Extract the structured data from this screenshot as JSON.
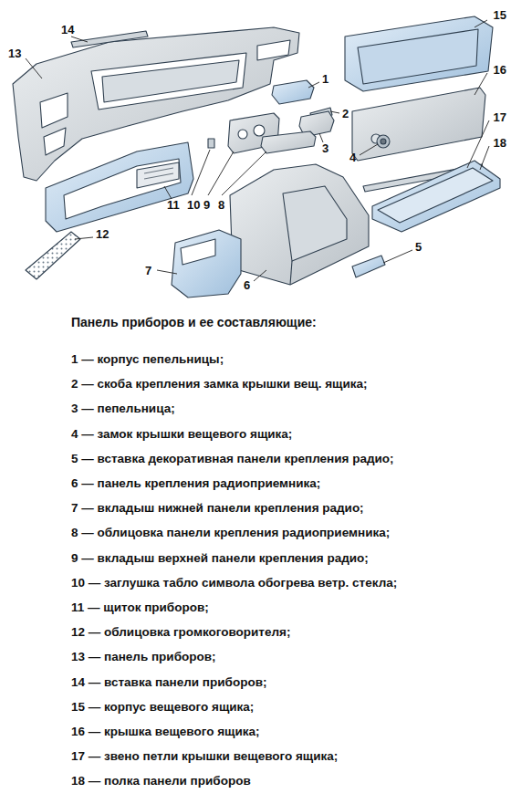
{
  "diagram": {
    "title": "Панель приборов и ее составляющие:",
    "labels": [
      "14",
      "13",
      "15",
      "1",
      "16",
      "2",
      "3",
      "17",
      "4",
      "18",
      "11",
      "10",
      "9",
      "8",
      "12",
      "7",
      "6",
      "5",
      "1 — корпус пепельницы;",
      "2 — скоба крепления замка крышки вещ. ящика;",
      "3 — пепельница;",
      "4 — замок крышки вещевого ящика;",
      "5 — вставка декоративная панели крепления радио;",
      "6 — панель крепления радиоприемника;",
      "7 — вкладыш нижней панели крепления радио;",
      "8 — облицовка панели крепления радиоприемника;",
      "9 — вкладыш верхней панели крепления радио;",
      "10 — заглушка табло символа обогрева ветр. стекла;",
      "11 — щиток приборов;",
      "12 — облицовка громкоговорителя;",
      "13 — панель приборов;",
      "14 — вставка панели приборов;",
      "15 — корпус вещевого ящика;",
      "16 — крышка вещевого ящика;",
      "17 — звено петли крышки вещевого ящика;",
      "18 — полка панели приборов"
    ]
  }
}
